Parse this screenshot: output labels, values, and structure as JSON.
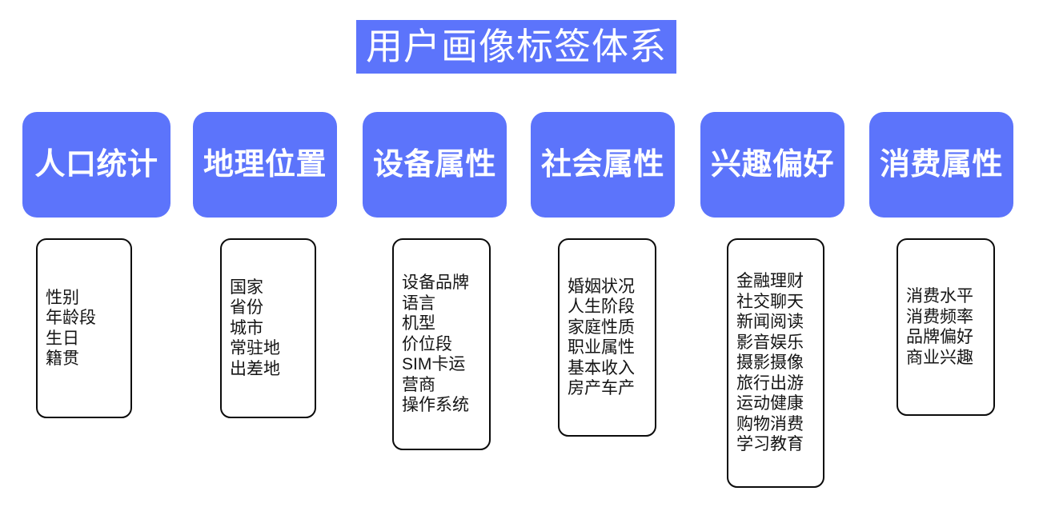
{
  "diagram": {
    "title": "用户画像标签体系",
    "title_bg_color": "#5c74fb",
    "title_text_color": "#ffffff",
    "header_bg_color": "#5c74fb",
    "box_border_color": "#0b0b0b",
    "background_color": "#ffffff",
    "columns": [
      {
        "header": "人口统计",
        "tags": [
          "性别",
          "年龄段",
          "生日",
          "籍贯"
        ]
      },
      {
        "header": "地理位置",
        "tags": [
          "国家",
          "省份",
          "城市",
          "常驻地",
          "出差地"
        ]
      },
      {
        "header": "设备属性",
        "tags": [
          "设备品牌",
          "语言",
          "机型",
          "价位段",
          "SIM卡运",
          "营商",
          "操作系统"
        ]
      },
      {
        "header": "社会属性",
        "tags": [
          "婚姻状况",
          "人生阶段",
          "家庭性质",
          "职业属性",
          "基本收入",
          "房产车产"
        ]
      },
      {
        "header": "兴趣偏好",
        "tags": [
          "金融理财",
          "社交聊天",
          "新闻阅读",
          "影音娱乐",
          "摄影摄像",
          "旅行出游",
          "运动健康",
          "购物消费",
          "学习教育"
        ]
      },
      {
        "header": "消费属性",
        "tags": [
          "消费水平",
          "消费频率",
          "品牌偏好",
          "商业兴趣"
        ]
      }
    ]
  }
}
